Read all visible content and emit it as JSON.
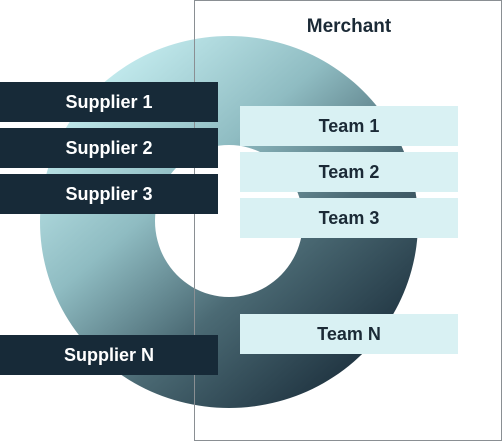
{
  "merchant": {
    "title": "Merchant"
  },
  "suppliers": [
    {
      "label": "Supplier 1"
    },
    {
      "label": "Supplier 2"
    },
    {
      "label": "Supplier 3"
    },
    {
      "label": "Supplier N"
    }
  ],
  "teams": [
    {
      "label": "Team 1"
    },
    {
      "label": "Team 2"
    },
    {
      "label": "Team 3"
    },
    {
      "label": "Team N"
    }
  ],
  "colors": {
    "supplier_bg": "#172a38",
    "team_bg": "#d9f1f3",
    "donut_light": "#b6e4e8",
    "donut_dark": "#1f3340",
    "frame": "#8a8f93"
  }
}
